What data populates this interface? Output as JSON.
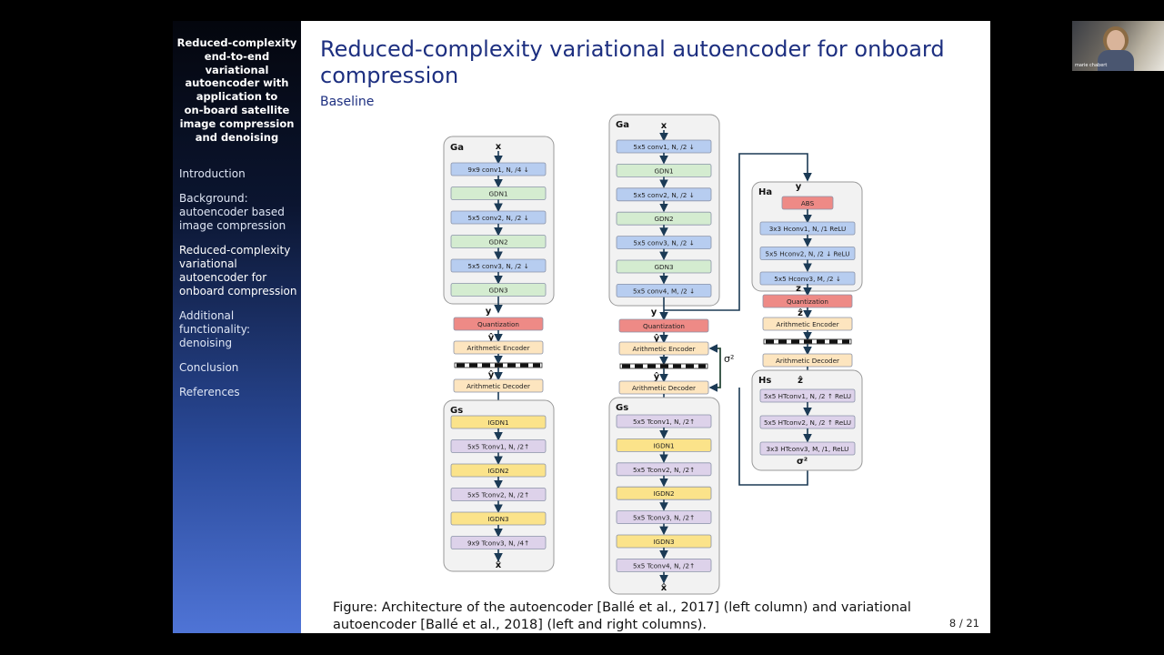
{
  "sidebar": {
    "title": "Reduced-complexity\nend-to-end variational\nautoencoder with\napplication to\non-board satellite\nimage compression\nand denoising",
    "nav": [
      "Introduction",
      "Background:\nautoencoder based\nimage compression",
      "Reduced-complexity\nvariational\nautoencoder for\nonboard compression",
      "Additional\nfunctionality: denoising",
      "Conclusion",
      "References"
    ],
    "active_index": 2
  },
  "slide": {
    "title": "Reduced-complexity variational autoencoder for onboard\ncompression",
    "subtitle": "Baseline",
    "caption": "Figure: Architecture of the autoencoder  [Ballé et al., 2017] (left column) and variational\nautoencoder [Ballé et al., 2018] (left and right columns).",
    "page": "8 / 21"
  },
  "video": {
    "name": "marie chabert"
  },
  "diagram": {
    "colors": {
      "blue": "#b7cdf0",
      "green": "#d4ecd0",
      "red": "#ee8a86",
      "orange": "#fde5bf",
      "yellow": "#fbe38a",
      "purple": "#ddd2ea",
      "arrow": "#1b3a55",
      "panel": "#f2f2f2"
    },
    "col1": {
      "ga_label": "Ga",
      "input": "x",
      "enc": [
        "9x9 conv1, N, /4 ↓",
        "GDN1",
        "5x5 conv2, N, /2 ↓",
        "GDN2",
        "5x5 conv3, N, /2 ↓",
        "GDN3"
      ],
      "y": "y",
      "quant": "Quantization",
      "yhat": "ŷ",
      "ae": "Arithmetic Encoder",
      "yhat2": "ŷ",
      "ad": "Arithmetic Decoder",
      "gs_label": "Gs",
      "dec": [
        "IGDN1",
        "5x5 Tconv1, N, /2↑",
        "IGDN2",
        "5x5 Tconv2, N, /2↑",
        "IGDN3",
        "9x9 Tconv3, N, /4↑"
      ],
      "output": "x̂"
    },
    "col2": {
      "ga_label": "Ga",
      "input": "x",
      "enc": [
        "5x5 conv1, N, /2 ↓",
        "GDN1",
        "5x5 conv2, N, /2 ↓",
        "GDN2",
        "5x5 conv3, N, /2 ↓",
        "GDN3",
        "5x5 conv4, M, /2 ↓"
      ],
      "y": "y",
      "quant": "Quantization",
      "yhat": "ŷ",
      "ae": "Arithmetic Encoder",
      "yhat2": "ŷ",
      "ad": "Arithmetic Decoder",
      "sigma": "σ²",
      "gs_label": "Gs",
      "dec": [
        "5x5 Tconv1, N, /2↑",
        "IGDN1",
        "5x5 Tconv2, N, /2↑",
        "IGDN2",
        "5x5 Tconv3, N, /2↑",
        "IGDN3",
        "5x5 Tconv4, N, /2↑"
      ],
      "output": "x̂"
    },
    "col3": {
      "ha_label": "Ha",
      "y": "y",
      "enc": [
        "ABS",
        "3x3 Hconv1, N, /1     ReLU",
        "5x5 Hconv2, N, /2 ↓  ReLU",
        "5x5 Hconv3, M, /2 ↓"
      ],
      "z": "z",
      "quant": "Quantization",
      "zhat": "ẑ",
      "ae": "Arithmetic Encoder",
      "ad": "Arithmetic Decoder",
      "hs_label": "Hs",
      "zhat2": "ẑ",
      "dec": [
        "5x5 HTconv1, N, /2 ↑   ReLU",
        "5x5 HTconv2, N, /2 ↑   ReLU",
        "3x3 HTconv3, M, /1,     ReLU"
      ],
      "sigma": "σ²"
    }
  }
}
